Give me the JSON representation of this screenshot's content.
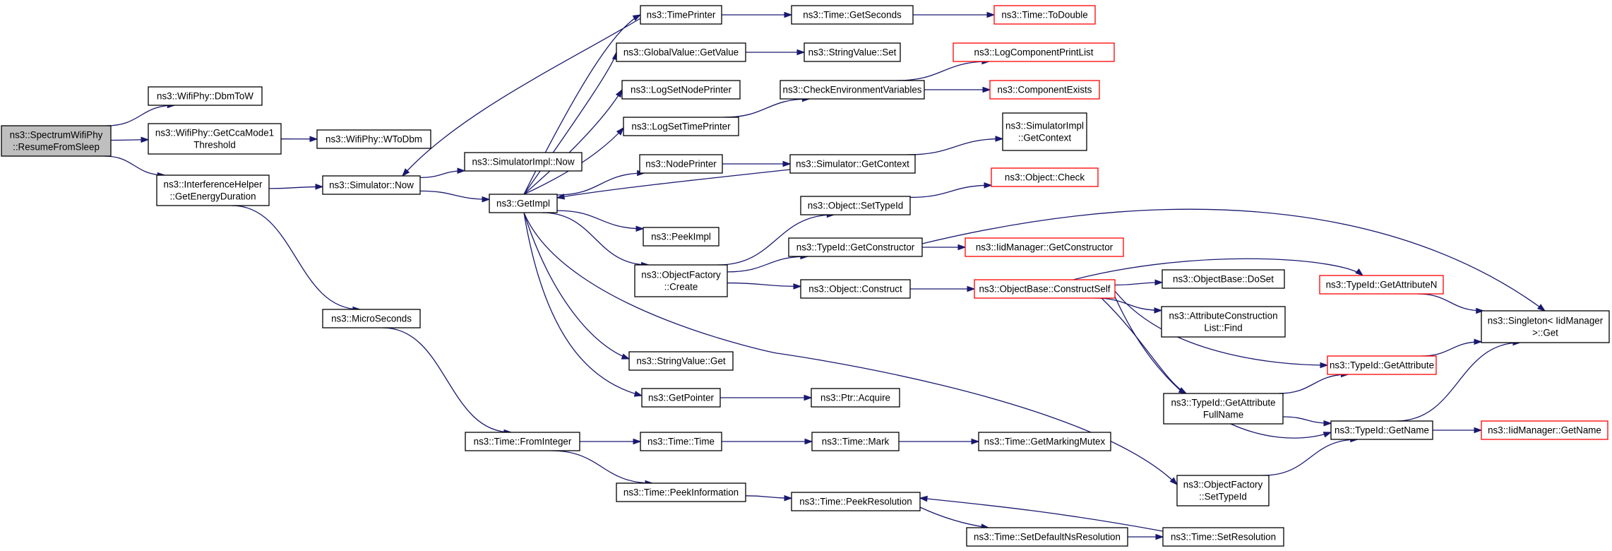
{
  "nodes": [
    {
      "id": "root",
      "lines": [
        "ns3::SpectrumWifiPhy",
        "::ResumeFromSleep"
      ],
      "root": true
    },
    {
      "id": "dbm",
      "lines": [
        "ns3::WifiPhy::DbmToW"
      ]
    },
    {
      "id": "cca",
      "lines": [
        "ns3::WifiPhy::GetCcaMode1",
        "Threshold"
      ]
    },
    {
      "id": "wtodbm",
      "lines": [
        "ns3::WifiPhy::WToDbm"
      ]
    },
    {
      "id": "ih",
      "lines": [
        "ns3::InterferenceHelper",
        "::GetEnergyDuration"
      ]
    },
    {
      "id": "simnow",
      "lines": [
        "ns3::Simulator::Now"
      ]
    },
    {
      "id": "simimplnow",
      "lines": [
        "ns3::SimulatorImpl::Now"
      ]
    },
    {
      "id": "getimpl",
      "lines": [
        "ns3::GetImpl"
      ]
    },
    {
      "id": "micro",
      "lines": [
        "ns3::MicroSeconds"
      ]
    },
    {
      "id": "fromint",
      "lines": [
        "ns3::Time::FromInteger"
      ]
    },
    {
      "id": "timeprinter",
      "lines": [
        "ns3::TimePrinter"
      ]
    },
    {
      "id": "gvget",
      "lines": [
        "ns3::GlobalValue::GetValue"
      ]
    },
    {
      "id": "lognode",
      "lines": [
        "ns3::LogSetNodePrinter"
      ]
    },
    {
      "id": "logtime",
      "lines": [
        "ns3::LogSetTimePrinter"
      ]
    },
    {
      "id": "nodeprinter",
      "lines": [
        "ns3::NodePrinter"
      ]
    },
    {
      "id": "peekimpl",
      "lines": [
        "ns3::PeekImpl"
      ]
    },
    {
      "id": "ofcreate",
      "lines": [
        "ns3::ObjectFactory",
        "::Create"
      ]
    },
    {
      "id": "svget",
      "lines": [
        "ns3::StringValue::Get"
      ]
    },
    {
      "id": "getpointer",
      "lines": [
        "ns3::GetPointer"
      ]
    },
    {
      "id": "timetime",
      "lines": [
        "ns3::Time::Time"
      ]
    },
    {
      "id": "peekinfo",
      "lines": [
        "ns3::Time::PeekInformation"
      ]
    },
    {
      "id": "getseconds",
      "lines": [
        "ns3::Time::GetSeconds"
      ]
    },
    {
      "id": "svset",
      "lines": [
        "ns3::StringValue::Set"
      ]
    },
    {
      "id": "checkenv",
      "lines": [
        "ns3::CheckEnvironmentVariables"
      ]
    },
    {
      "id": "simctx",
      "lines": [
        "ns3::Simulator::GetContext"
      ]
    },
    {
      "id": "settypeid",
      "lines": [
        "ns3::Object::SetTypeId"
      ]
    },
    {
      "id": "getctor",
      "lines": [
        "ns3::TypeId::GetConstructor"
      ]
    },
    {
      "id": "construct",
      "lines": [
        "ns3::Object::Construct"
      ]
    },
    {
      "id": "ptracq",
      "lines": [
        "ns3::Ptr::Acquire"
      ]
    },
    {
      "id": "mark",
      "lines": [
        "ns3::Time::Mark"
      ]
    },
    {
      "id": "peekres",
      "lines": [
        "ns3::Time::PeekResolution"
      ]
    },
    {
      "id": "setdefres",
      "lines": [
        "ns3::Time::SetDefaultNsResolution"
      ]
    },
    {
      "id": "todouble",
      "lines": [
        "ns3::Time::ToDouble"
      ],
      "trunc": true
    },
    {
      "id": "logcomp",
      "lines": [
        "ns3::LogComponentPrintList"
      ],
      "trunc": true
    },
    {
      "id": "compexists",
      "lines": [
        "ns3::ComponentExists"
      ],
      "trunc": true
    },
    {
      "id": "simimplctx",
      "lines": [
        "ns3::SimulatorImpl",
        "::GetContext"
      ]
    },
    {
      "id": "objcheck",
      "lines": [
        "ns3::Object::Check"
      ],
      "trunc": true
    },
    {
      "id": "iidgetctor",
      "lines": [
        "ns3::IidManager::GetConstructor"
      ],
      "trunc": true
    },
    {
      "id": "constructself",
      "lines": [
        "ns3::ObjectBase::ConstructSelf"
      ],
      "trunc": true
    },
    {
      "id": "markmutex",
      "lines": [
        "ns3::Time::GetMarkingMutex"
      ]
    },
    {
      "id": "dosset",
      "lines": [
        "ns3::ObjectBase::DoSet"
      ]
    },
    {
      "id": "acfind",
      "lines": [
        "ns3::AttributeConstruction",
        "List::Find"
      ]
    },
    {
      "id": "getattrfull",
      "lines": [
        "ns3::TypeId::GetAttribute",
        "FullName"
      ]
    },
    {
      "id": "ofsettypeid",
      "lines": [
        "ns3::ObjectFactory",
        "::SetTypeId"
      ]
    },
    {
      "id": "setres",
      "lines": [
        "ns3::Time::SetResolution"
      ]
    },
    {
      "id": "getattrn",
      "lines": [
        "ns3::TypeId::GetAttributeN"
      ],
      "trunc": true
    },
    {
      "id": "getattr",
      "lines": [
        "ns3::TypeId::GetAttribute"
      ],
      "trunc": true
    },
    {
      "id": "getname",
      "lines": [
        "ns3::TypeId::GetName"
      ]
    },
    {
      "id": "singleton",
      "lines": [
        "ns3::Singleton< IidManager",
        ">::Get"
      ]
    },
    {
      "id": "iidgetname",
      "lines": [
        "ns3::IidManager::GetName"
      ],
      "trunc": true
    }
  ],
  "edges": [
    [
      "root",
      "dbm"
    ],
    [
      "root",
      "cca"
    ],
    [
      "root",
      "ih"
    ],
    [
      "cca",
      "wtodbm"
    ],
    [
      "ih",
      "simnow"
    ],
    [
      "ih",
      "micro"
    ],
    [
      "simnow",
      "simimplnow"
    ],
    [
      "simnow",
      "getimpl"
    ],
    [
      "micro",
      "fromint"
    ],
    [
      "getimpl",
      "timeprinter"
    ],
    [
      "getimpl",
      "gvget"
    ],
    [
      "getimpl",
      "lognode"
    ],
    [
      "getimpl",
      "logtime"
    ],
    [
      "getimpl",
      "nodeprinter"
    ],
    [
      "getimpl",
      "peekimpl"
    ],
    [
      "getimpl",
      "ofcreate"
    ],
    [
      "getimpl",
      "svget"
    ],
    [
      "getimpl",
      "getpointer"
    ],
    [
      "getimpl",
      "ofsettypeid"
    ],
    [
      "timeprinter",
      "simnow"
    ],
    [
      "timeprinter",
      "getseconds"
    ],
    [
      "getseconds",
      "todouble"
    ],
    [
      "gvget",
      "svset"
    ],
    [
      "logtime",
      "checkenv"
    ],
    [
      "checkenv",
      "logcomp"
    ],
    [
      "checkenv",
      "compexists"
    ],
    [
      "nodeprinter",
      "simctx"
    ],
    [
      "simctx",
      "simimplctx"
    ],
    [
      "simctx",
      "getimpl"
    ],
    [
      "ofcreate",
      "settypeid"
    ],
    [
      "ofcreate",
      "getctor"
    ],
    [
      "ofcreate",
      "construct"
    ],
    [
      "settypeid",
      "objcheck"
    ],
    [
      "getctor",
      "iidgetctor"
    ],
    [
      "getctor",
      "singleton"
    ],
    [
      "construct",
      "constructself"
    ],
    [
      "constructself",
      "dosset"
    ],
    [
      "constructself",
      "acfind"
    ],
    [
      "constructself",
      "getattrfull"
    ],
    [
      "constructself",
      "getattr"
    ],
    [
      "constructself",
      "getname"
    ],
    [
      "constructself",
      "getattrn"
    ],
    [
      "getattrfull",
      "getattr"
    ],
    [
      "getattrfull",
      "getname"
    ],
    [
      "getattrn",
      "singleton"
    ],
    [
      "getattr",
      "singleton"
    ],
    [
      "getname",
      "singleton"
    ],
    [
      "getname",
      "iidgetname"
    ],
    [
      "ofsettypeid",
      "getname"
    ],
    [
      "getpointer",
      "ptracq"
    ],
    [
      "fromint",
      "timetime"
    ],
    [
      "fromint",
      "peekinfo"
    ],
    [
      "timetime",
      "mark"
    ],
    [
      "mark",
      "markmutex"
    ],
    [
      "peekinfo",
      "peekres"
    ],
    [
      "peekres",
      "setdefres"
    ],
    [
      "setdefres",
      "setres"
    ],
    [
      "setres",
      "peekres"
    ]
  ]
}
